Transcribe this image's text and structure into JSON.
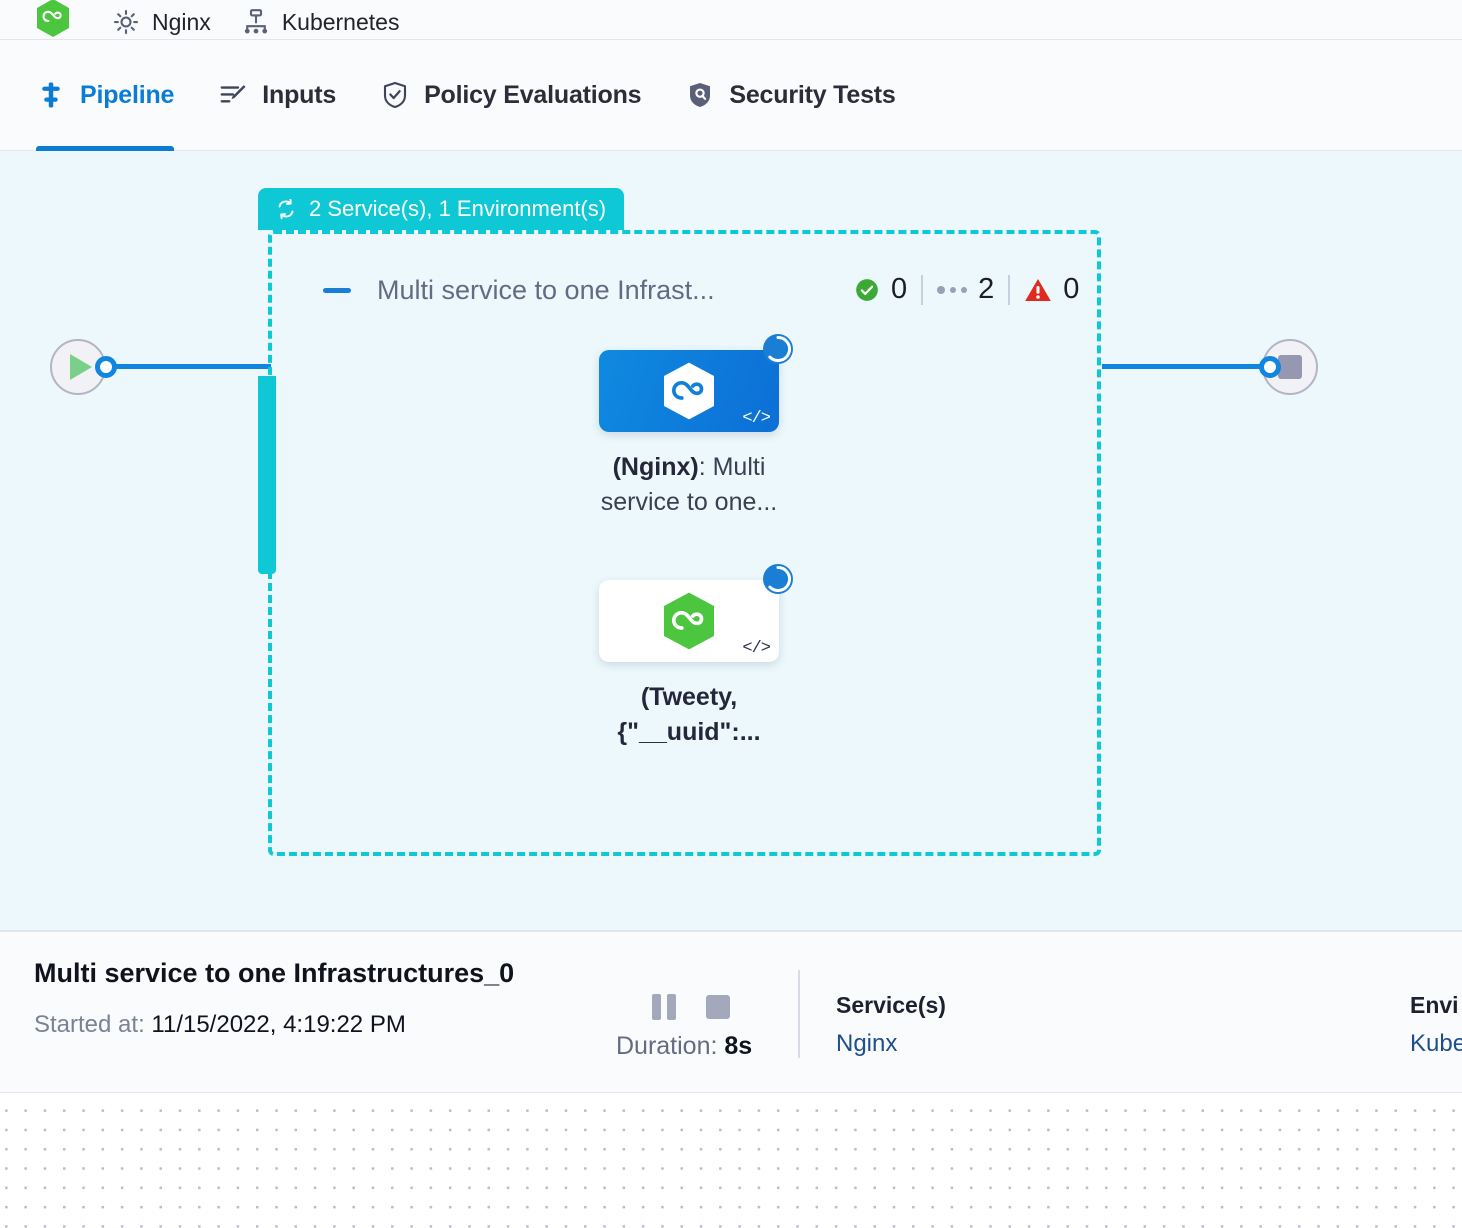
{
  "breadcrumb": {
    "items": [
      {
        "icon": "hexagon-logo-green-icon",
        "label": ""
      },
      {
        "icon": "gear-icon",
        "label": "Nginx"
      },
      {
        "icon": "infrastructure-icon",
        "label": "Kubernetes"
      }
    ]
  },
  "tabs": [
    {
      "id": "pipeline",
      "label": "Pipeline",
      "icon": "pipeline-icon",
      "active": true
    },
    {
      "id": "inputs",
      "label": "Inputs",
      "icon": "inputs-icon",
      "active": false
    },
    {
      "id": "policy-evaluations",
      "label": "Policy Evaluations",
      "icon": "policy-shield-check-icon",
      "active": false
    },
    {
      "id": "security-tests",
      "label": "Security Tests",
      "icon": "security-shield-icon",
      "active": false
    }
  ],
  "pipeline": {
    "group_badge": {
      "label": "2 Service(s), 1 Environment(s)",
      "icon": "loop-repeat-icon",
      "color": "#0fc8d6"
    },
    "group": {
      "title": "Multi service to one Infrast...",
      "collapse_icon": "collapse-minus-icon",
      "counters": {
        "success": {
          "icon": "check-circle-icon",
          "value": "0",
          "color": "#3aaa35"
        },
        "pending": {
          "icon": "three-dots-icon",
          "value": "2",
          "color": "#9aa0b5"
        },
        "failed": {
          "icon": "warning-triangle-icon",
          "value": "0",
          "color": "#e02b20"
        }
      }
    },
    "start_node": {
      "icon": "play-icon",
      "name": "start-node"
    },
    "end_node": {
      "icon": "stop-icon",
      "name": "end-node"
    },
    "nodes": [
      {
        "id": "node-nginx",
        "card_style": "blue",
        "logo": "hexagon-loop-white-icon",
        "code_icon": "code-brackets-icon",
        "status_icon": "running-spinner-icon",
        "label_bold": "(Nginx)",
        "label_rest": ": Multi service to one..."
      },
      {
        "id": "node-tweety",
        "card_style": "white",
        "logo": "hexagon-loop-green-icon",
        "code_icon": "code-brackets-icon",
        "status_icon": "running-spinner-icon",
        "label_bold": "(Tweety,",
        "label_rest": "{\"__uuid\":..."
      }
    ]
  },
  "execution": {
    "title": "Multi service to one Infrastructures_0",
    "started_label": "Started at:",
    "started_value": "11/15/2022, 4:19:22 PM",
    "controls": [
      {
        "id": "pause",
        "icon": "pause-icon"
      },
      {
        "id": "stop",
        "icon": "stop-square-icon"
      }
    ],
    "duration_label": "Duration:",
    "duration_value": "8s",
    "services": {
      "heading": "Service(s)",
      "value": "Nginx"
    },
    "environments": {
      "heading": "Envi",
      "value": "Kube"
    }
  }
}
